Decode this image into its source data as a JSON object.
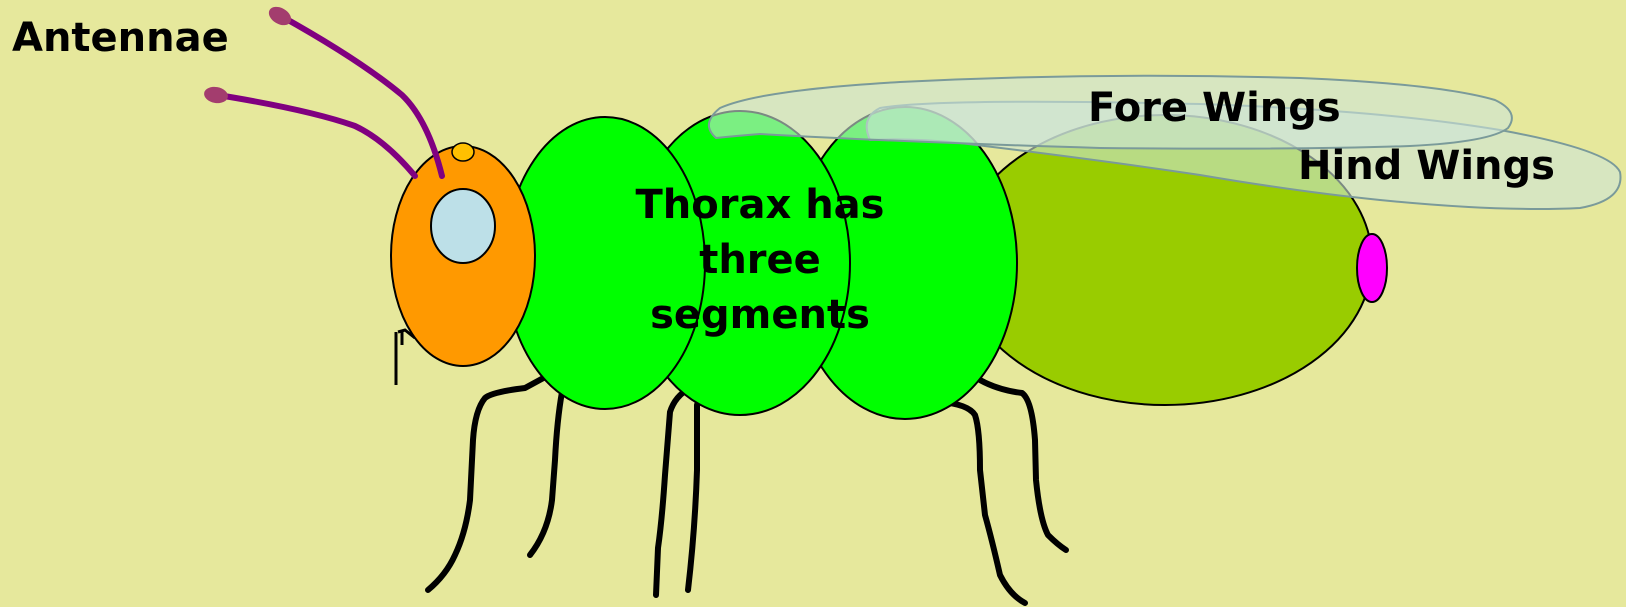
{
  "labels": {
    "antennae": "Antennae",
    "fore_wings": "Fore Wings",
    "hind_wings": "Hind Wings",
    "thorax_line1": "Thorax has",
    "thorax_line2": "three",
    "thorax_line3": "segments"
  },
  "colors": {
    "background": "#e6e89c",
    "head": "#ff9900",
    "eye": "#bde0e8",
    "ocellus": "#ffc000",
    "thorax": "#00ff00",
    "abdomen": "#99cc00",
    "stinger": "#ff00ff",
    "antenna_stalk": "#800080",
    "antenna_tip": "#a33d6e",
    "wing_fill": "#cde5d8",
    "wing_stroke": "#7a9a9a",
    "legs": "#000000"
  }
}
